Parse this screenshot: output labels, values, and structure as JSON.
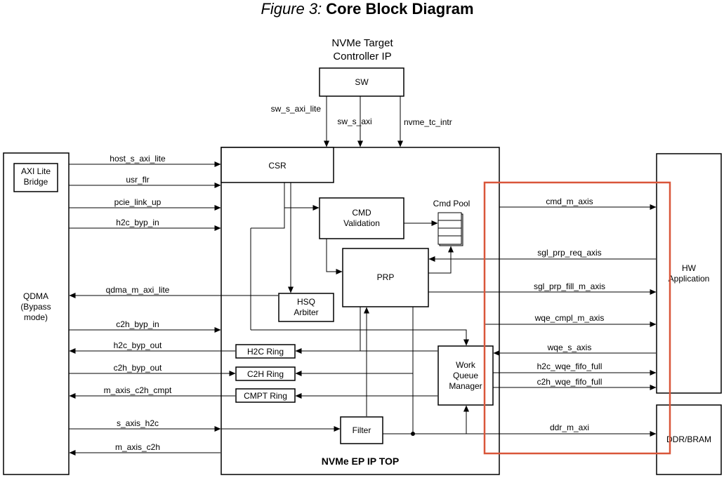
{
  "figure": {
    "prefix": "Figure 3:",
    "title": "Core Block Diagram"
  },
  "blocks": {
    "ip_title_line1": "NVMe Target",
    "ip_title_line2": "Controller IP",
    "sw": "SW",
    "csr": "CSR",
    "cmd_validation_line1": "CMD",
    "cmd_validation_line2": "Validation",
    "cmd_pool": "Cmd Pool",
    "prp": "PRP",
    "hsq_arbiter_line1": "HSQ",
    "hsq_arbiter_line2": "Arbiter",
    "h2c_ring": "H2C Ring",
    "c2h_ring": "C2H Ring",
    "cmpt_ring": "CMPT Ring",
    "wqm_line1": "Work",
    "wqm_line2": "Queue",
    "wqm_line3": "Manager",
    "filter": "Filter",
    "top": "NVMe EP IP TOP",
    "axi_lite_bridge_line1": "AXI Lite",
    "axi_lite_bridge_line2": "Bridge",
    "qdma_line1": "QDMA",
    "qdma_line2": "(Bypass",
    "qdma_line3": "mode)",
    "hw_app_line1": "HW",
    "hw_app_line2": "Application",
    "ddr": "DDR/BRAM"
  },
  "signals": {
    "sw_s_axi_lite": "sw_s_axi_lite",
    "sw_s_axi": "sw_s_axi",
    "nvme_tc_intr": "nvme_tc_intr",
    "host_s_axi_lite": "host_s_axi_lite",
    "usr_flr": "usr_flr",
    "pcie_link_up": "pcie_link_up",
    "h2c_byp_in": "h2c_byp_in",
    "qdma_m_axi_lite": "qdma_m_axi_lite",
    "c2h_byp_in": "c2h_byp_in",
    "h2c_byp_out": "h2c_byp_out",
    "c2h_byp_out": "c2h_byp_out",
    "m_axis_c2h_cmpt": "m_axis_c2h_cmpt",
    "s_axis_h2c": "s_axis_h2c",
    "m_axis_c2h": "m_axis_c2h",
    "cmd_m_axis": "cmd_m_axis",
    "sgl_prp_req_axis": "sgl_prp_req_axis",
    "sgl_prp_fill_m_axis": "sgl_prp_fill_m_axis",
    "wqe_cmpl_m_axis": "wqe_cmpl_m_axis",
    "wqe_s_axis": "wqe_s_axis",
    "h2c_wqe_fifo_full": "h2c_wqe_fifo_full",
    "c2h_wqe_fifo_full": "c2h_wqe_fifo_full",
    "ddr_m_axi": "ddr_m_axi"
  },
  "colors": {
    "highlight": "#d9563a"
  }
}
